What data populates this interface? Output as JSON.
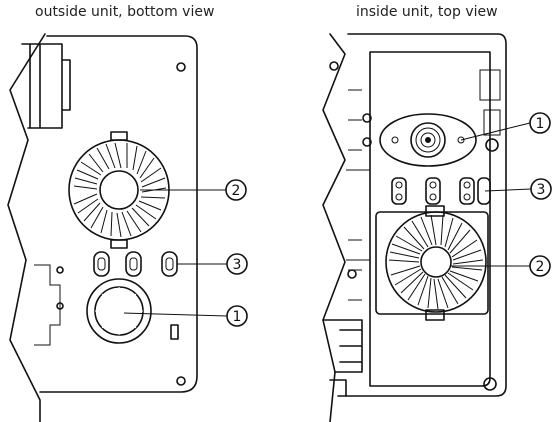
{
  "captions": {
    "left": "outside unit, bottom view",
    "right": "inside unit, top view"
  },
  "callouts": {
    "left_fan": "2",
    "left_buttons": "3",
    "left_speaker": "1",
    "right_speaker": "1",
    "right_buttons": "3",
    "right_fan": "2"
  },
  "colors": {
    "line": "#111111",
    "background": "#ffffff",
    "dark_fill": "#1a1a1a"
  }
}
